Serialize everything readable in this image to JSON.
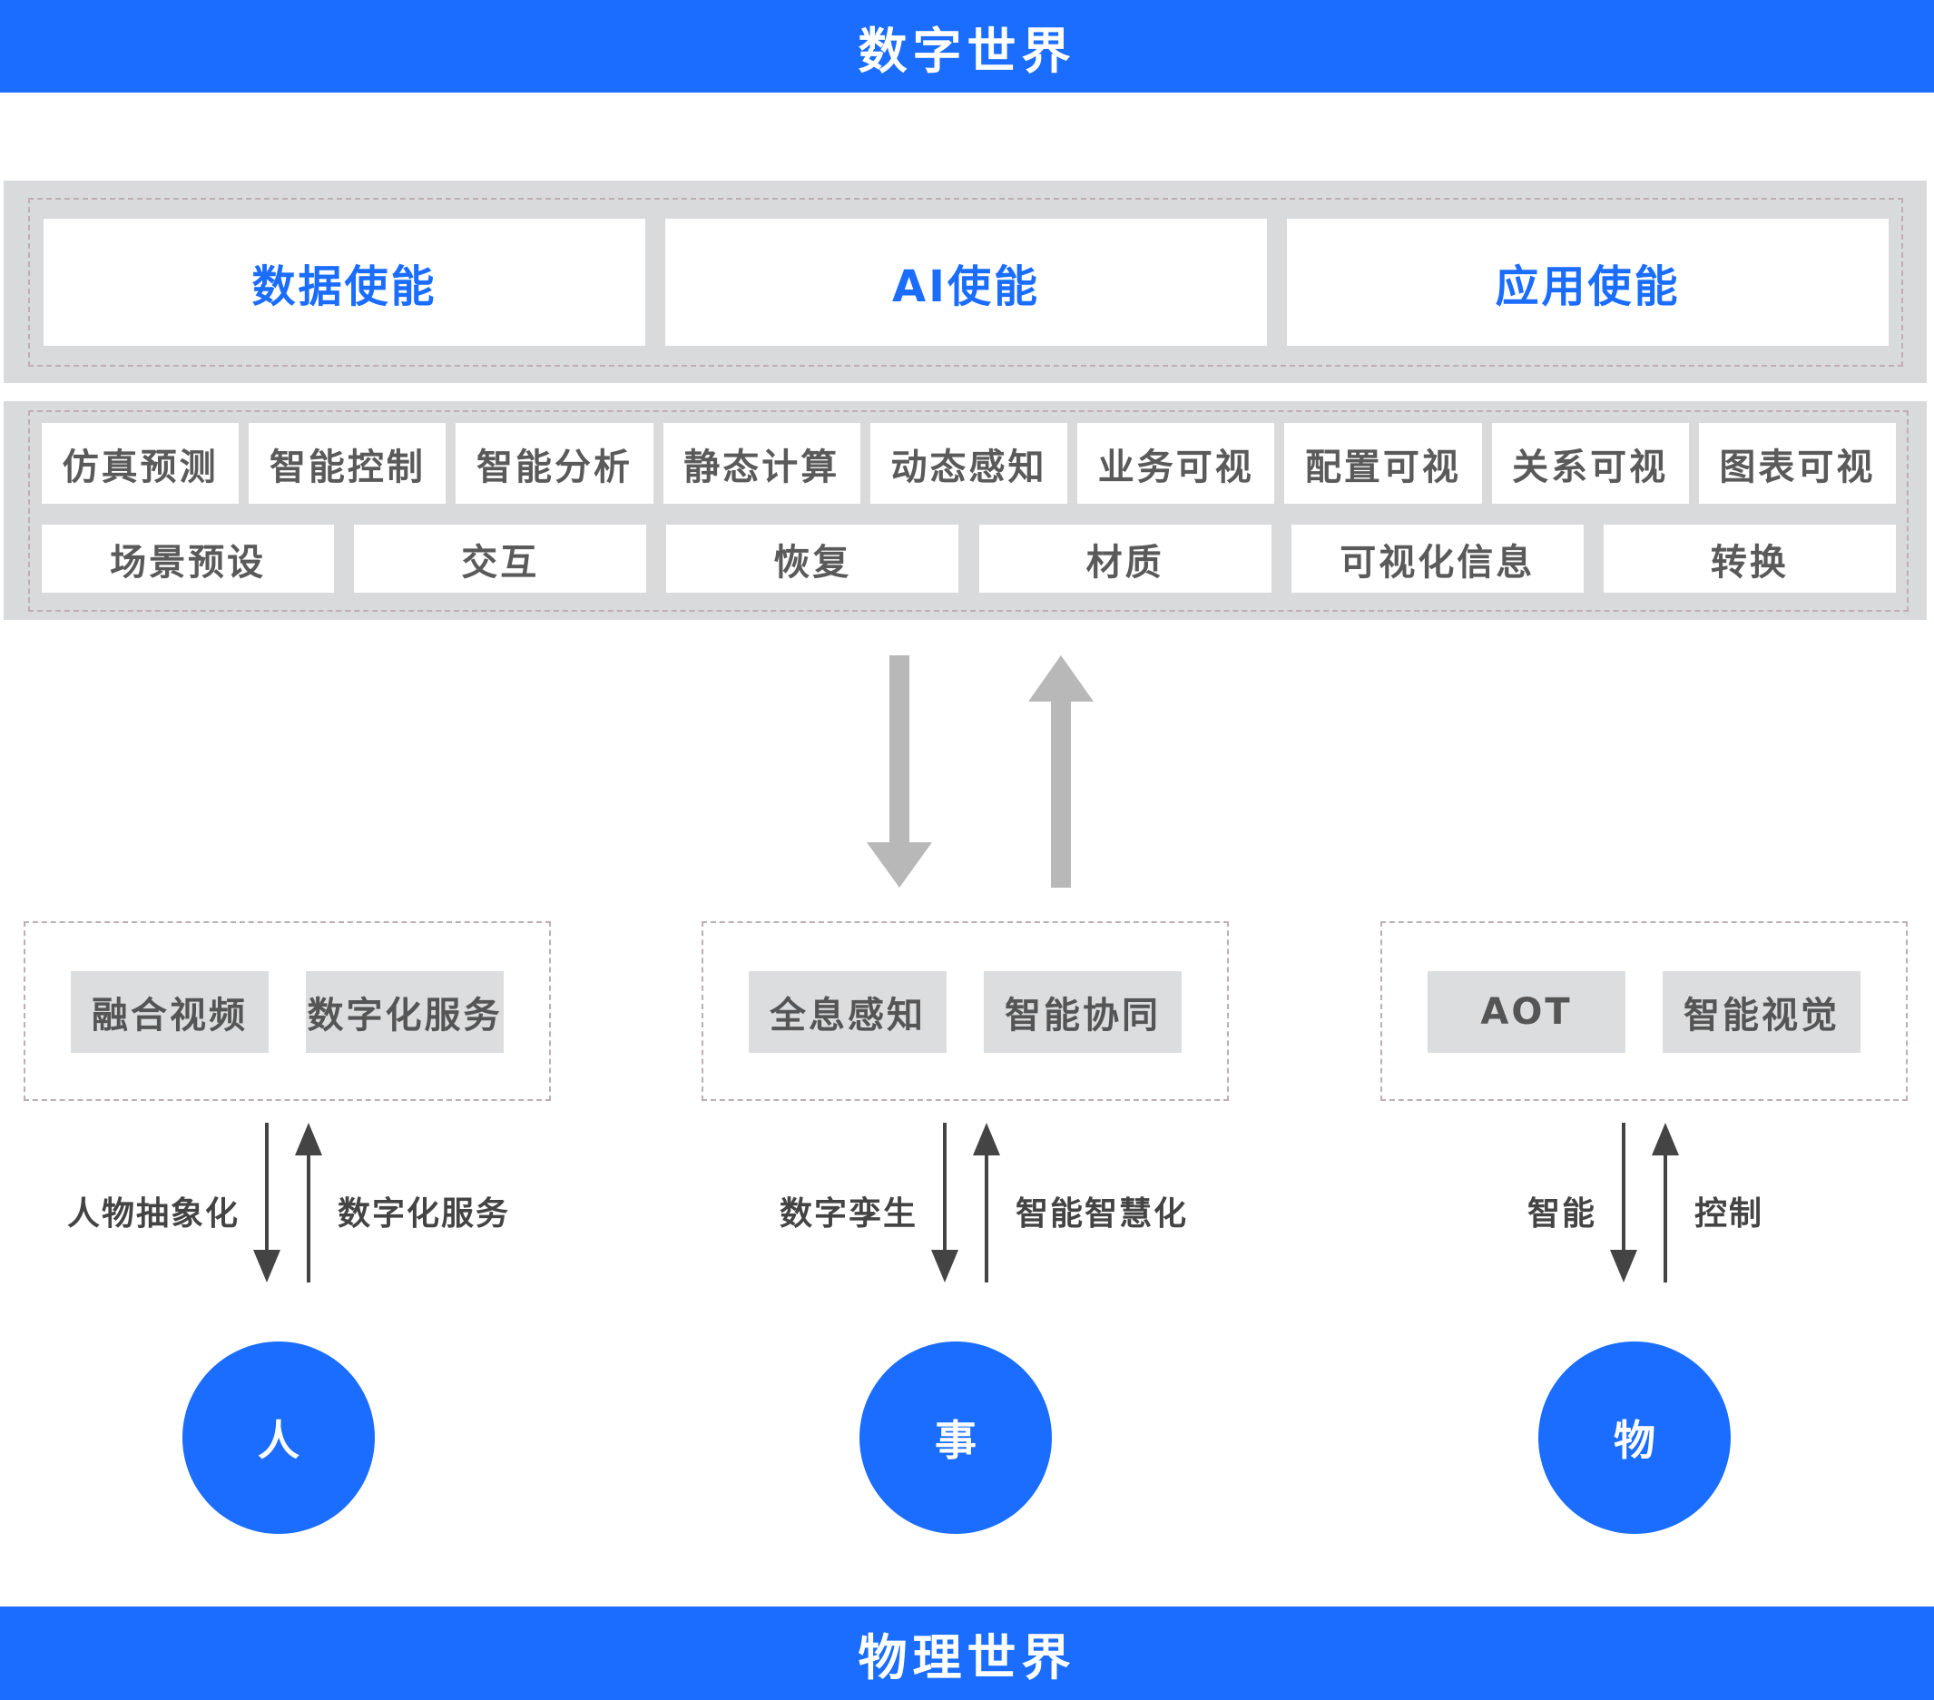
{
  "top_banner": {
    "title": "数字世界"
  },
  "bottom_banner": {
    "title": "物理世界"
  },
  "enablement": [
    {
      "label": "数据使能"
    },
    {
      "label": "AI使能"
    },
    {
      "label": "应用使能"
    }
  ],
  "capabilities_row1": [
    {
      "label": "仿真预测"
    },
    {
      "label": "智能控制"
    },
    {
      "label": "智能分析"
    },
    {
      "label": "静态计算"
    },
    {
      "label": "动态感知"
    },
    {
      "label": "业务可视"
    },
    {
      "label": "配置可视"
    },
    {
      "label": "关系可视"
    },
    {
      "label": "图表可视"
    }
  ],
  "capabilities_row2": [
    {
      "label": "场景预设"
    },
    {
      "label": "交互"
    },
    {
      "label": "恢复"
    },
    {
      "label": "材质"
    },
    {
      "label": "可视化信息"
    },
    {
      "label": "转换"
    }
  ],
  "groups": [
    {
      "chips": [
        {
          "label": "融合视频"
        },
        {
          "label": "数字化服务"
        }
      ],
      "down_label": "人物抽象化",
      "up_label": "数字化服务",
      "entity": "人"
    },
    {
      "chips": [
        {
          "label": "全息感知"
        },
        {
          "label": "智能协同"
        }
      ],
      "down_label": "数字孪生",
      "up_label": "智能智慧化",
      "entity": "事"
    },
    {
      "chips": [
        {
          "label": "AOT"
        },
        {
          "label": "智能视觉"
        }
      ],
      "down_label": "智能",
      "up_label": "控制",
      "entity": "物"
    }
  ],
  "colors": {
    "accent": "#1a6dff",
    "panel": "#d9dadc",
    "arrow_big": "#b8b8b9",
    "arrow_small": "#444444"
  }
}
